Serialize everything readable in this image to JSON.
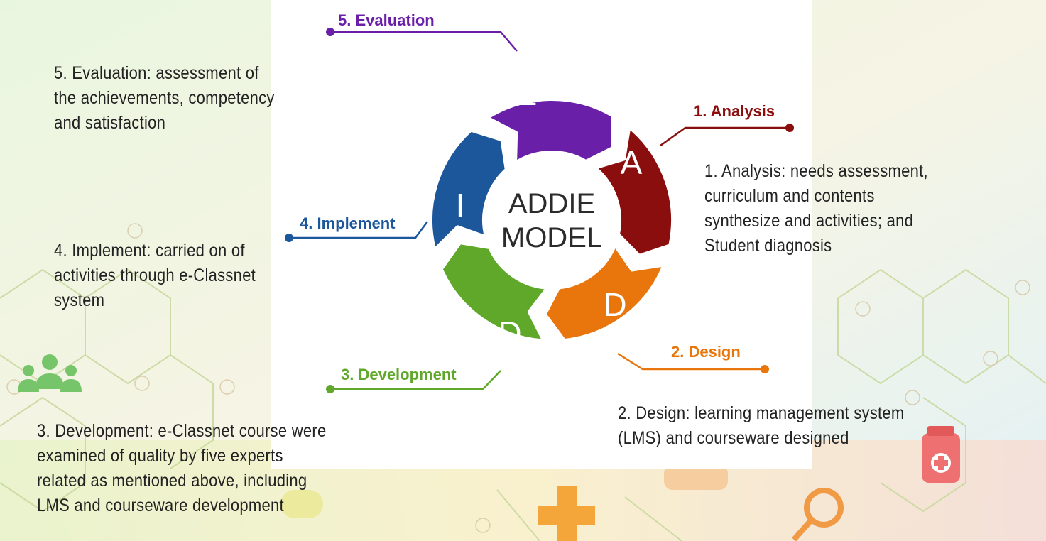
{
  "center": {
    "line1": "ADDIE",
    "line2": "MODEL"
  },
  "phases": [
    {
      "key": "analysis",
      "letter": "A",
      "tag": "1. Analysis",
      "color": "#8b0e0e"
    },
    {
      "key": "design",
      "letter": "D",
      "tag": "2. Design",
      "color": "#e8760d"
    },
    {
      "key": "development",
      "letter": "D",
      "tag": "3. Development",
      "color": "#5fa82a"
    },
    {
      "key": "implement",
      "letter": "I",
      "tag": "4. Implement",
      "color": "#1d579b"
    },
    {
      "key": "evaluation",
      "letter": "E",
      "tag": "5. Evaluation",
      "color": "#6a1fa8"
    }
  ],
  "descriptions": {
    "analysis": [
      "1. Analysis: needs assessment,",
      "curriculum and contents",
      "synthesize and activities; and",
      "Student diagnosis"
    ],
    "design": [
      "2. Design: learning management  system",
      "(LMS) and courseware  designed"
    ],
    "development": [
      "3. Development:  e-Classnet course were",
      "examined of quality by five  experts",
      "related as mentioned above,  including",
      "LMS and courseware  development"
    ],
    "implement": [
      "4. Implement:  carried on of",
      "activities through  e-Classnet",
      "system"
    ],
    "evaluation": [
      "5. Evaluation:  assessment of",
      "the achievements,  competency",
      "and satisfaction"
    ]
  },
  "icons": [
    "medical-team-icon",
    "medicine-bottle-icon",
    "magnifier-icon",
    "medical-cross-icon"
  ]
}
